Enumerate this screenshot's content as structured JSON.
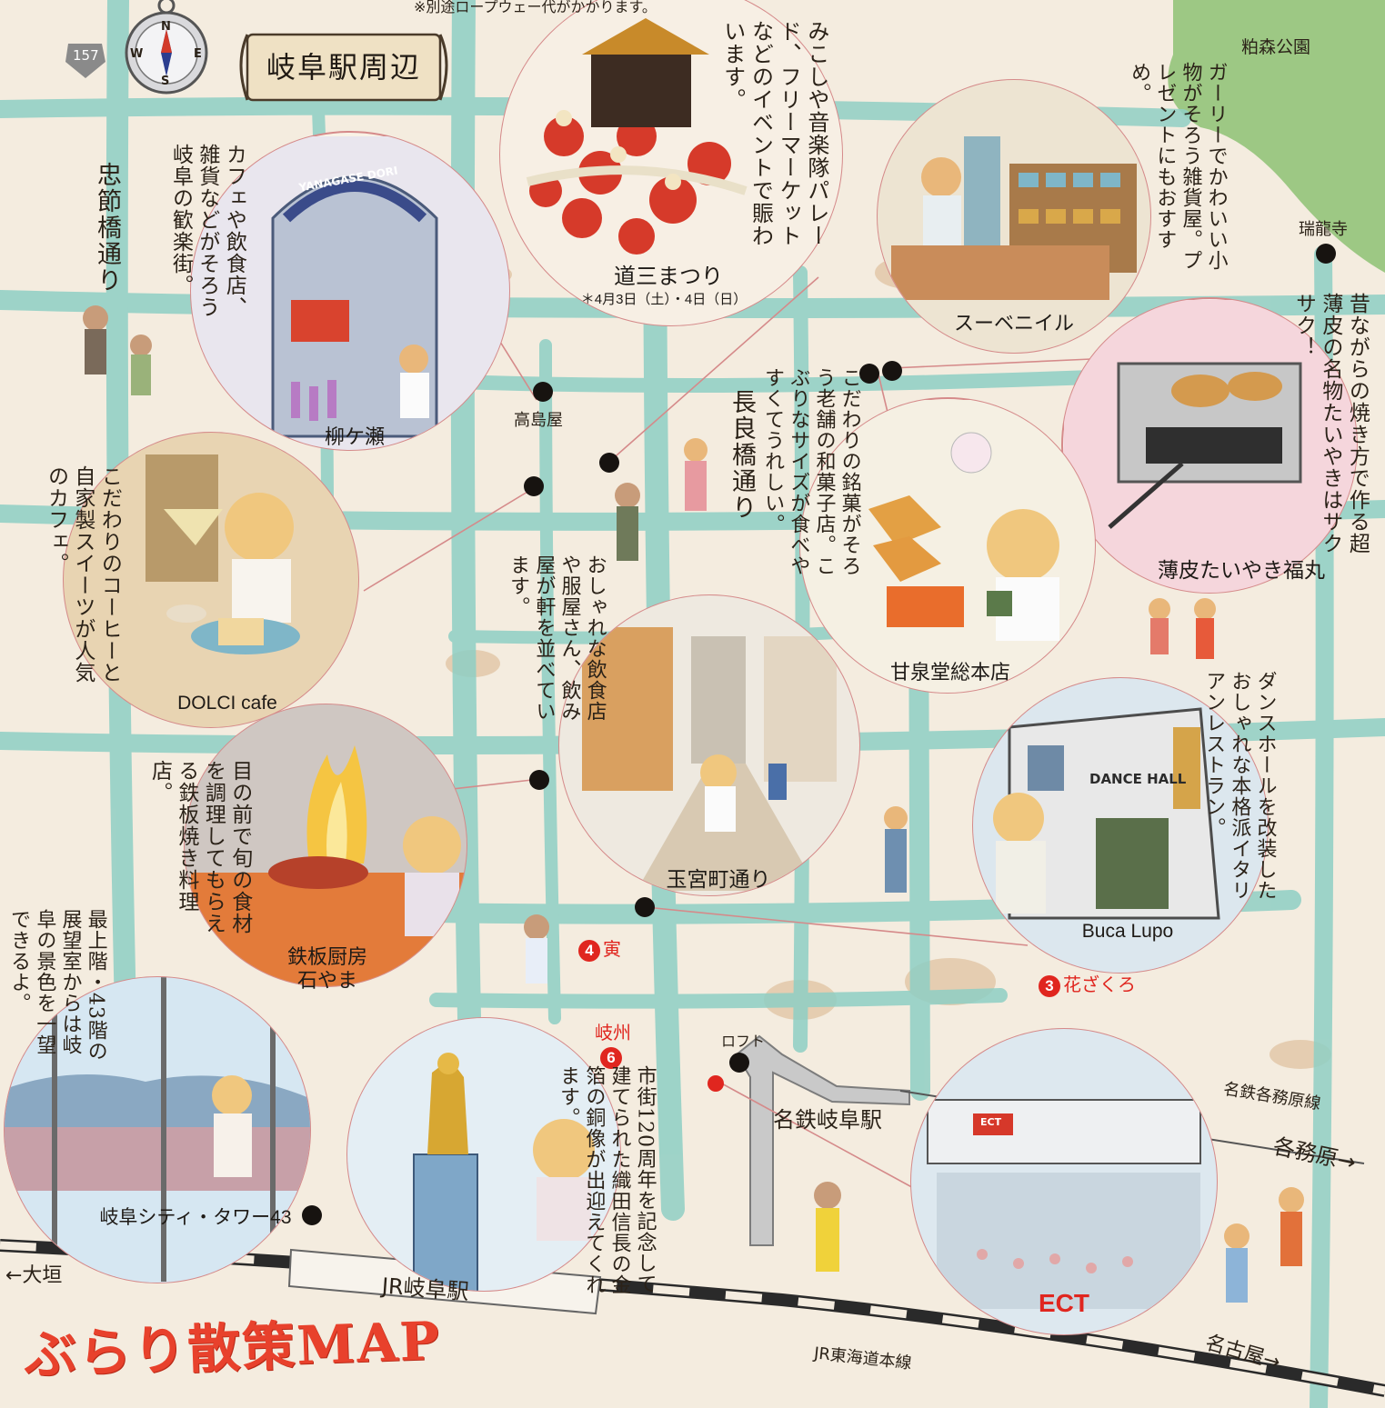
{
  "colors": {
    "road": "#8fcfc4",
    "paper": "#f4ecdf",
    "park": "#8dc274",
    "accent": "#e0261f",
    "bubble_border": "#d58a8a",
    "rail": "#2a2a2a"
  },
  "header": {
    "route_badge": "157",
    "title": "岐阜駅周辺",
    "top_note": "※別途ロープウェー代がかかります。",
    "compass_letters": [
      "N",
      "E",
      "S",
      "W"
    ]
  },
  "roads": {
    "chusetsu": "忠節橋通り",
    "nagara": "長良橋通り"
  },
  "areas": {
    "park": "粕森公園"
  },
  "places": {
    "zuiryuji": "瑞龍寺",
    "takashimaya": "高島屋",
    "loft": "ロフト",
    "meitetsu_station": "名鉄岐阜駅",
    "jr_station": "JR岐阜駅",
    "meitetsu_line": "名鉄各務原線",
    "jr_line": "JR東海道本線",
    "to_ogaki": "←大垣",
    "to_kakamigahara": "各務原→",
    "to_nagoya": "名古屋→"
  },
  "spots": {
    "dosan": {
      "name": "道三まつり",
      "note": "＊4月3日（土）・4日（日）",
      "desc": "みこしや音楽隊パレード、フリーマーケットなどのイベントで賑わいます。"
    },
    "souvenir": {
      "name": "スーベニイル",
      "desc": "ガーリーでかわいい小物がそろう雑貨屋。プレゼントにもおすすめ。"
    },
    "yanagase": {
      "name": "柳ケ瀬",
      "desc": "カフェや飲食店、雑貨などがそろう岐阜の歓楽街。",
      "arch_sign": "YANAGASE DORI"
    },
    "taiyaki": {
      "name": "薄皮たいやき福丸",
      "desc": "昔ながらの焼き方で作る超薄皮の名物たいやきはサクサク！"
    },
    "dolci": {
      "name": "DOLCI cafe",
      "desc": "こだわりのコーヒーと自家製スイーツが人気のカフェ。"
    },
    "kansendo": {
      "name": "甘泉堂総本店",
      "desc": "こだわりの銘菓がそろう老舗の和菓子店。こぶりなサイズが食べやすくてうれしい。"
    },
    "tamamiya": {
      "name": "玉宮町通り",
      "desc": "おしゃれな飲食店や服屋さん、飲み屋が軒を並べています。"
    },
    "buca": {
      "name": "Buca Lupo",
      "desc": "ダンスホールを改装したおしゃれな本格派イタリアンレストラン。",
      "building_sign": "DANCE HALL"
    },
    "ishiyama": {
      "name": "鉄板厨房\n石やま",
      "desc": "目の前で旬の食材を調理してもらえる鉄板焼き料理店。"
    },
    "tower": {
      "name": "岐阜シティ・タワー43",
      "desc": "最上階・43階の展望室からは岐阜の景色を一望できるよ。"
    },
    "nobunaga": {
      "desc": "市街120周年を記念して建てられた織田信長の金箔の銅像が出迎えてくれます。"
    },
    "ect": {
      "name": "ECT",
      "sign": "ECT"
    }
  },
  "shops": {
    "tora": {
      "num": "4",
      "name": "寅"
    },
    "hanazakuro": {
      "num": "3",
      "name": "花ざくろ"
    },
    "gishu": {
      "num": "6",
      "name": "岐州"
    }
  },
  "map_title": "ぶらり散策MAP"
}
